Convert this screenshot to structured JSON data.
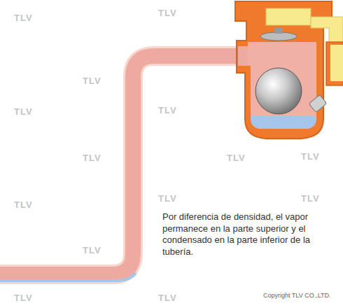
{
  "diagram": {
    "labels": [
      "Por diferencia de densidad, el vapor permanece en la parte superior y el condensado en la parte inferior de la tubería.",
      "Copyright TLV CO.,LTD.",
      "TLV",
      "TLV",
      "TLV",
      "TLV",
      "TLV",
      "TLV",
      "TLV",
      "TLV",
      "TLV",
      "TLV",
      "TLV",
      "TLV",
      "TLV",
      "TLV"
    ]
  }
}
